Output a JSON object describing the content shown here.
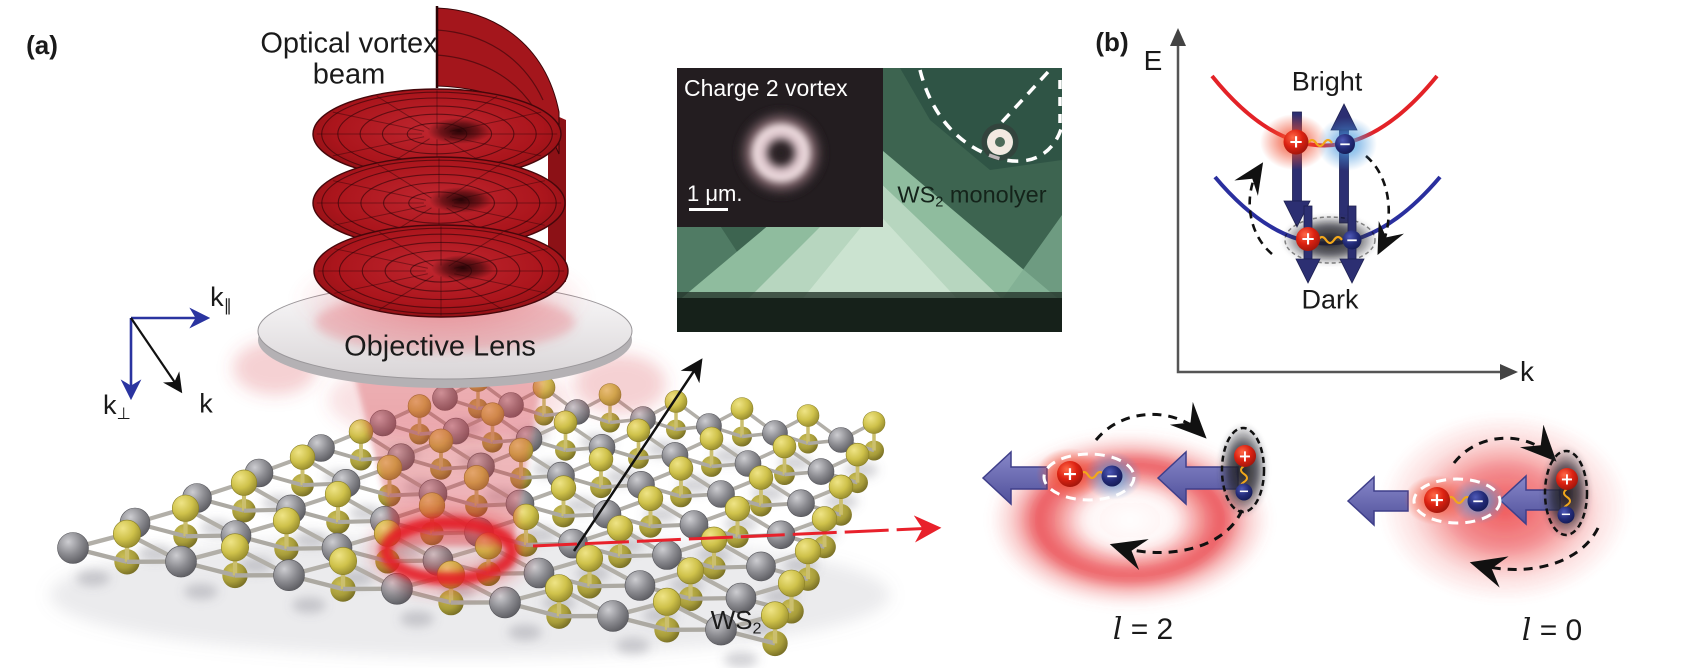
{
  "panel_a": {
    "label": "(a)",
    "beam_label": "Optical vortex\nbeam",
    "lens_label": "Objective Lens",
    "axis_k_parallel": {
      "main": "k",
      "sub": "∥"
    },
    "axis_k_perp": {
      "main": "k",
      "sub": "⊥"
    },
    "axis_k": "k",
    "crystal": {
      "main": "WS",
      "sub": "2"
    },
    "micrograph": {
      "inset_title": "Charge 2 vortex",
      "scale_bar": "1 μm.",
      "sample": {
        "main": "WS",
        "sub": "2",
        "rest": " monolyer"
      }
    }
  },
  "panel_b": {
    "label": "(b)",
    "axis_energy": "E",
    "axis_momentum": "k",
    "state_upper": "Bright",
    "state_lower": "Dark",
    "vortex_case": {
      "var": "l",
      "eq": " = 2"
    },
    "gaussian_case": {
      "var": "l",
      "eq": " = 0"
    }
  },
  "charges": {
    "plus": "+",
    "minus": "−"
  },
  "colors": {
    "spiral_red": "#ad181e",
    "beam_red": "#d23e4a",
    "focus_ring_red": "#e51e28",
    "bright_curve_red": "#e32227",
    "dark_curve_blue": "#2a2f9e",
    "exciton_arrow_purple": "#6a6ab2",
    "spin_arrow_navy": "#2c2f72",
    "interaction_orange": "#f2a71b",
    "plus_ball_red": "#dd2212",
    "minus_ball_blue": "#222a77",
    "sulfur_yellow": "#cfc24b",
    "tungsten_gray": "#86868a",
    "micrograph_green": "#4a7560"
  }
}
